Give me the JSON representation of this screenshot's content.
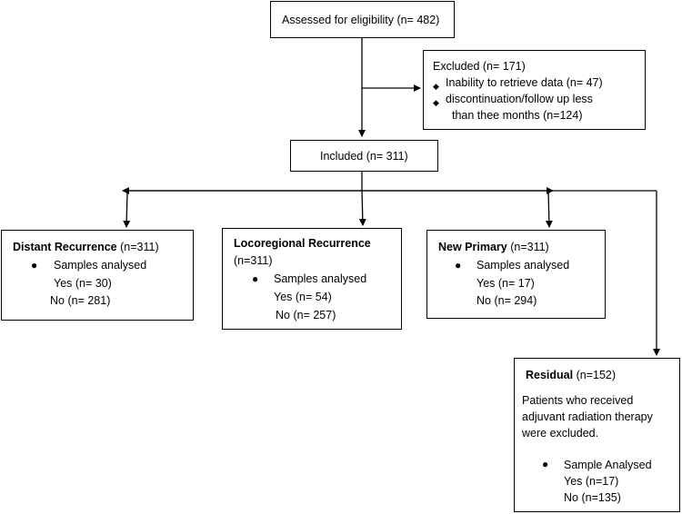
{
  "assessed": {
    "text": "Assessed for eligibility (n= 482)"
  },
  "excluded": {
    "title": "Excluded (n= 171)",
    "items": [
      {
        "line1": "Inability to retrieve data (n= 47)"
      },
      {
        "line1": "discontinuation/follow up less",
        "line2": "than thee months  (n=124)"
      }
    ]
  },
  "included": {
    "text": "Included (n= 311)"
  },
  "distant": {
    "title": "Distant Recurrence",
    "count": " (n=311)",
    "bullet_label": "Samples analysed",
    "yes": "Yes (n= 30)",
    "no": "No (n= 281)"
  },
  "locoregional": {
    "title": "Locoregional Recurrence",
    "count": "(n=311)",
    "bullet_label": "Samples analysed",
    "yes": "Yes (n= 54)",
    "no": "No (n= 257)"
  },
  "new_primary": {
    "title": "New Primary",
    "count": " (n=311)",
    "bullet_label": "Samples analysed",
    "yes": "Yes (n= 17)",
    "no": "No (n= 294)"
  },
  "residual": {
    "title": "Residual",
    "count": " (n=152)",
    "note_lines": [
      "Patients who received",
      "adjuvant radiation therapy",
      "were excluded."
    ],
    "bullet_label": "Sample Analysed",
    "yes": "Yes (n=17)",
    "no": "No (n=135)"
  },
  "symbols": {
    "bullet": "●",
    "diamond": "◆"
  }
}
